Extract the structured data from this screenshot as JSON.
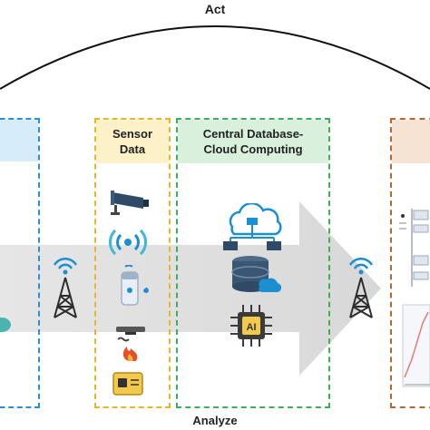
{
  "labels": {
    "top": "Act",
    "bottom": "Analyze"
  },
  "panels": {
    "left": {
      "border_color": "#2b8fd6",
      "header_color": "#d6ecfb"
    },
    "sensor": {
      "title_line1": "Sensor",
      "title_line2": "Data",
      "border_color": "#e8b62a",
      "header_color": "#fdf1c7",
      "icons": [
        "cctv-camera-icon",
        "wireless-signal-icon",
        "water-sensor-icon",
        "smoke-fire-detector-icon",
        "chip-card-icon"
      ]
    },
    "cloud": {
      "title_line1": "Central Database-",
      "title_line2": "Cloud Computing",
      "border_color": "#3fae5a",
      "header_color": "#d9f1dc",
      "icons": [
        "cloud-network-icon",
        "database-icon",
        "ai-chip-icon"
      ]
    },
    "right": {
      "border_color": "#b5672e",
      "header_color": "#f7e3d4"
    }
  },
  "towers": [
    "left-tower-icon",
    "right-tower-icon"
  ]
}
